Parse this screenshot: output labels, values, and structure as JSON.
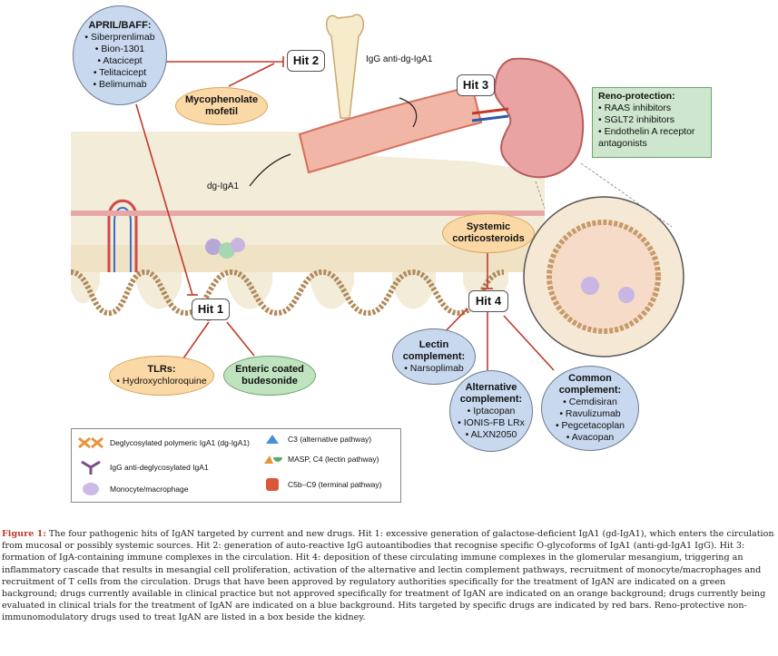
{
  "diagram": {
    "hits": [
      "Hit 1",
      "Hit 2",
      "Hit 3",
      "Hit 4"
    ],
    "labels": {
      "igg_anti": "IgG anti-dg-IgA1",
      "dg_iga1": "dg-IgA1"
    },
    "april_baff": {
      "title": "APRIL/BAFF:",
      "items": [
        "• Siberprenlimab",
        "• Bion-1301",
        "• Atacicept",
        "• Telitacicept",
        "• Belimumab"
      ]
    },
    "mycophenolate": "Mycophenolate mofetil",
    "tlrs": {
      "title": "TLRs:",
      "item": "• Hydroxychloroquine"
    },
    "enteric": "Enteric coated budesonide",
    "systemic": "Systemic corticosteroids",
    "lectin": {
      "title": "Lectin complement:",
      "item": "• Narsoplimab"
    },
    "alternative": {
      "title": "Alternative complement:",
      "items": [
        "• Iptacopan",
        "• IONIS-FB LRx",
        "• ALXN2050"
      ]
    },
    "common": {
      "title": "Common complement:",
      "items": [
        "• Cemdisiran",
        "• Ravulizumab",
        "• Pegcetacoplan",
        "• Avacopan"
      ]
    },
    "reno": {
      "title": "Reno-protection:",
      "items": [
        "• RAAS inhibitors",
        "• SGLT2 inhibitors",
        "• Endothelin A receptor antagonists"
      ]
    }
  },
  "legend": {
    "dg": "Deglycosylated polymeric IgA1 (dg-IgA1)",
    "igg": "IgG anti-deglycosylated IgA1",
    "mono": "Monocyte/macrophage",
    "c3": "C3 (alternative pathway)",
    "masp": "MASP, C4 (lectin pathway)",
    "c5b": "C5b–C9 (terminal pathway)"
  },
  "caption": {
    "label": "Figure 1:",
    "text": " The four pathogenic hits of IgAN targeted by current and new drugs. Hit 1: excessive generation of galactose-deficient IgA1 (gd-IgA1), which enters the circulation from mucosal or possibly systemic sources. Hit 2: generation of auto-reactive IgG autoantibodies that recognise specific O-glycoforms of IgA1 (anti-gd-IgA1 IgG). Hit 3: formation of IgA-containing immune complexes in the circulation. Hit 4: deposition of these circulating immune complexes in the glomerular mesangium, triggering an inflammatory cascade that results in mesangial cell proliferation, activation of the alternative and lectin complement pathways, recruitment of monocyte/macrophages and recruitment of T cells from the circulation. Drugs that have been approved by regulatory authorities specifically for the treatment of IgAN are indicated on a green background; drugs currently available in clinical practice but not approved specifically for treatment of IgAN are indicated on an orange background; drugs currently being evaluated in clinical trials for the treatment of IgAN are indicated on a blue background. Hits targeted by specific drugs are indicated by red bars. Reno-protective non-immunomodulatory drugs used to treat IgAN are listed in a box beside the kidney."
  }
}
